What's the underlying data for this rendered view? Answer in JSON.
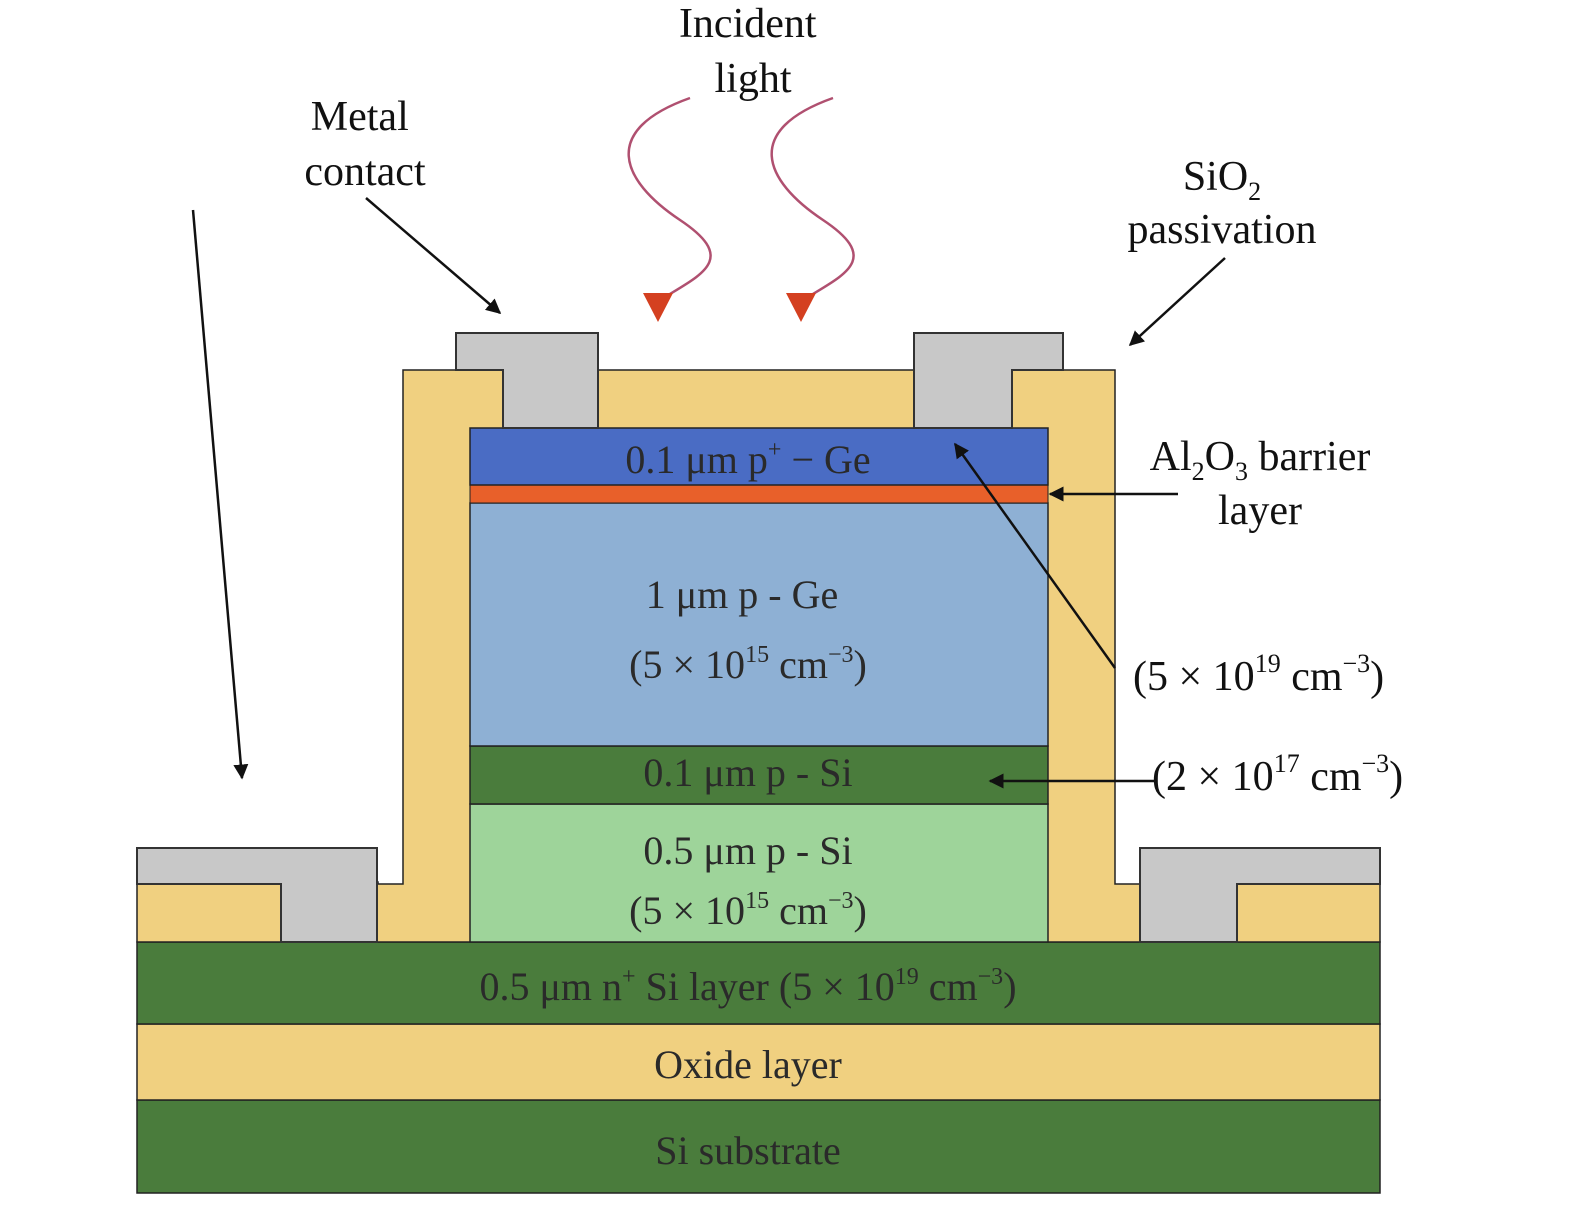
{
  "colors": {
    "oxide": "#f0d080",
    "green": "#4a7c3c",
    "light_green": "#9ed49a",
    "metal": "#c8c8c8",
    "p_plus_ge": "#4a6cc4",
    "p_ge": "#8eb0d4",
    "barrier": "#e8602a",
    "light_arrow": "#b05070",
    "arrowhead": "#d44020"
  },
  "labels": {
    "incident_light": [
      "Incident",
      "light"
    ],
    "metal_contact": [
      "Metal",
      "contact"
    ],
    "sio2": {
      "base": "SiO",
      "sub": "2",
      "line2": "passivation"
    },
    "al2o3": {
      "p1": "Al",
      "s1": "2",
      "p2": "O",
      "s2": "3",
      "p3": " barrier",
      "line2": "layer"
    },
    "ge_doping": {
      "pre": "(5 × 10",
      "exp": "19",
      "mid": " cm",
      "exp2": "−3",
      "post": ")"
    },
    "si_doping": {
      "pre": "(2 × 10",
      "exp": "17",
      "mid": " cm",
      "exp2": "−3",
      "post": ")"
    }
  },
  "layers": {
    "p_plus_ge": {
      "pre": "0.1 μm p",
      "sup": "+",
      "post": " − Ge"
    },
    "p_ge": {
      "line1": "1 μm p - Ge",
      "pre": "(5 × 10",
      "exp": "15",
      "mid": " cm",
      "exp2": "−3",
      "post": ")"
    },
    "thin_p_si": "0.1 μm p - Si",
    "p_si": {
      "line1": "0.5 μm p - Si",
      "pre": "(5 × 10",
      "exp": "15",
      "mid": " cm",
      "exp2": "−3",
      "post": ")"
    },
    "n_plus_si": {
      "pre": "0.5 μm n",
      "sup": "+",
      "mid": " Si layer (5 × 10",
      "exp": "19",
      "mid2": " cm",
      "exp2": "−3",
      "post": ")"
    },
    "oxide": "Oxide layer",
    "substrate": "Si substrate"
  }
}
